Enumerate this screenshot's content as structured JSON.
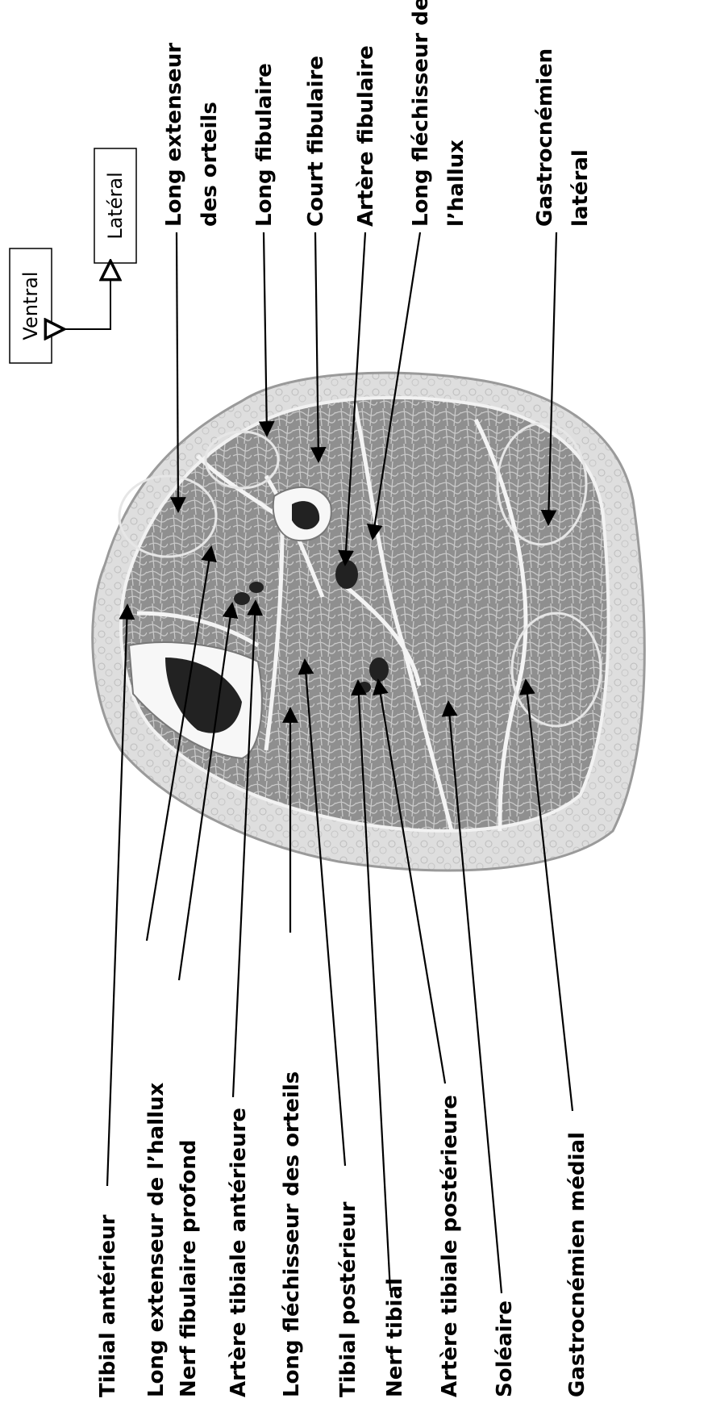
{
  "orientation": {
    "ventral": "Ventral",
    "lateral": "Latéral"
  },
  "labels_top": {
    "long_extenseur_orteils": [
      "Long extenseur",
      "des orteils"
    ],
    "long_fibulaire": "Long fibulaire",
    "court_fibulaire": "Court fibulaire",
    "artere_fibulaire": "Artère fibulaire",
    "long_flechisseur_hallux": [
      "Long fléchisseur de",
      "l’hallux"
    ],
    "gastrocnemien_lateral": [
      "Gastrocnémien",
      "latéral"
    ]
  },
  "labels_bottom": {
    "tibial_anterieur": "Tibial antérieur",
    "long_extenseur_hallux": "Long extenseur de l’hallux",
    "nerf_fibulaire_profond": "Nerf fibulaire profond",
    "artere_tibiale_anterieure": "Artère tibiale antérieure",
    "long_flechisseur_orteils": "Long fléchisseur des orteils",
    "tibial_posterieur": "Tibial postérieur",
    "nerf_tibial": "Nerf tibial",
    "artere_tibiale_posterieure": "Artère tibiale postérieure",
    "soleaire": "Soléaire",
    "gastrocnemien_medial": "Gastrocnémien médial"
  }
}
